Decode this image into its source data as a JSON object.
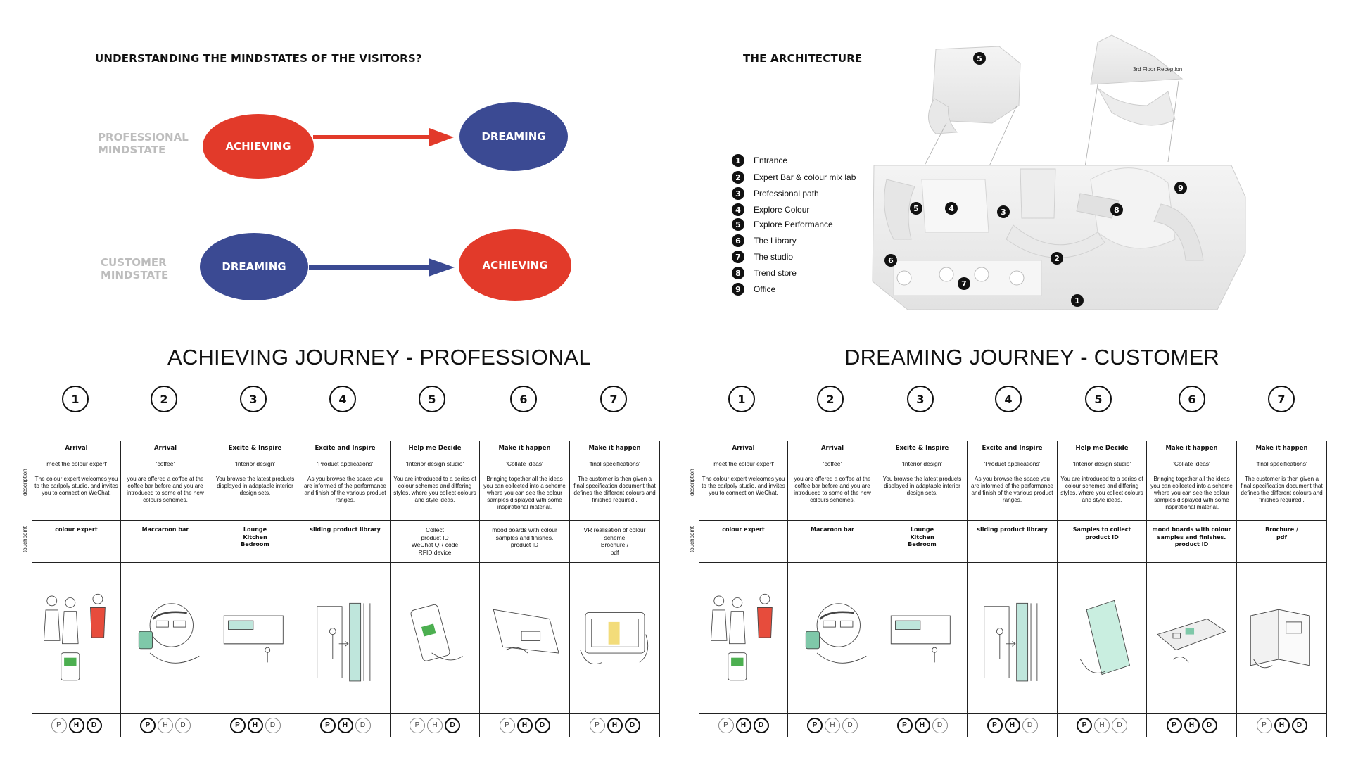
{
  "mindstates": {
    "title": "UNDERSTANDING THE MINDSTATES OF THE VISITORS?",
    "professional": {
      "label_line1": "PROFESSIONAL",
      "label_line2": "MINDSTATE",
      "from": "ACHIEVING",
      "to": "DREAMING"
    },
    "customer": {
      "label_line1": "CUSTOMER",
      "label_line2": "MINDSTATE",
      "from": "DREAMING",
      "to": "ACHIEVING"
    },
    "colors": {
      "red": "#e23a2a",
      "blue": "#3b4a93"
    }
  },
  "architecture": {
    "title": "THE ARCHITECTURE",
    "reception_label": "3rd Floor Reception",
    "legend": [
      {
        "num": "1",
        "label": "Entrance"
      },
      {
        "num": "2",
        "label": "Expert Bar & colour mix lab"
      },
      {
        "num": "3",
        "label": "Professional path"
      },
      {
        "num": "4",
        "label": "Explore Colour"
      },
      {
        "num": "5",
        "label": "Explore Performance"
      },
      {
        "num": "6",
        "label": "The Library"
      },
      {
        "num": "7",
        "label": "The studio"
      },
      {
        "num": "8",
        "label": "Trend store"
      },
      {
        "num": "9",
        "label": "Office"
      }
    ]
  },
  "row_labels": {
    "description": "description",
    "touchpoint": "touchpoint"
  },
  "journeys": [
    {
      "title": "ACHIEVING JOURNEY - PROFESSIONAL",
      "steps": [
        {
          "num": "1",
          "head": "Arrival",
          "quote": "'meet the colour expert'",
          "desc": "The colour expert welcomes you to the carlpoly studio, and invites you to connect on WeChat.",
          "touch": "colour expert",
          "touch_bold": true,
          "phd": {
            "P": false,
            "H": true,
            "D": true
          }
        },
        {
          "num": "2",
          "head": "Arrival",
          "quote": "'coffee'",
          "desc": "you are offered a coffee at the coffee bar before and you are introduced to some of the new colours schemes.",
          "touch": "Maccaroon bar",
          "touch_bold": true,
          "phd": {
            "P": true,
            "H": false,
            "D": false
          }
        },
        {
          "num": "3",
          "head": "Excite & Inspire",
          "quote": "'Interior design'",
          "desc": "You browse the latest products displayed in adaptable interior design sets.",
          "touch": "Lounge\nKitchen\nBedroom",
          "touch_bold": true,
          "phd": {
            "P": true,
            "H": true,
            "D": false
          }
        },
        {
          "num": "4",
          "head": "Excite and Inspire",
          "quote": "'Product applications'",
          "desc": "As you browse the space you are informed of the performance and finish of the various product ranges,",
          "touch": "sliding product library",
          "touch_bold": true,
          "phd": {
            "P": true,
            "H": true,
            "D": false
          }
        },
        {
          "num": "5",
          "head": "Help me Decide",
          "quote": "'Interior design studio'",
          "desc": "You are introduced to a series of colour schemes and differing styles, where you collect colours and style ideas.",
          "touch": "Collect\nproduct ID\nWeChat QR code\nRFID device",
          "touch_bold": false,
          "phd": {
            "P": false,
            "H": false,
            "D": true
          }
        },
        {
          "num": "6",
          "head": "Make it happen",
          "quote": "'Collate ideas'",
          "desc": "Bringing together all the ideas you can collected into a scheme where you can see the colour samples displayed with some inspirational material.",
          "touch": "mood boards with colour\nsamples and finishes.\nproduct ID",
          "touch_bold": false,
          "phd": {
            "P": false,
            "H": true,
            "D": true
          }
        },
        {
          "num": "7",
          "head": "Make it happen",
          "quote": "'final specifications'",
          "desc": "The customer is then given a final specification document that defines the different colours and finishes required..",
          "touch": "VR realisation of colour\nscheme\nBrochure /\npdf",
          "touch_bold": false,
          "phd": {
            "P": false,
            "H": true,
            "D": true
          }
        }
      ]
    },
    {
      "title": "DREAMING JOURNEY - CUSTOMER",
      "steps": [
        {
          "num": "1",
          "head": "Arrival",
          "quote": "'meet the colour expert'",
          "desc": "The colour expert welcomes you to the carlpoly studio, and invites you to connect on WeChat.",
          "touch": "colour expert",
          "touch_bold": true,
          "phd": {
            "P": false,
            "H": true,
            "D": true
          }
        },
        {
          "num": "2",
          "head": "Arrival",
          "quote": "'coffee'",
          "desc": "you are offered a coffee at the coffee bar before and you are introduced to some of the new colours schemes.",
          "touch": "Macaroon bar",
          "touch_bold": true,
          "phd": {
            "P": true,
            "H": false,
            "D": false
          }
        },
        {
          "num": "3",
          "head": "Excite & Inspire",
          "quote": "'Interior design'",
          "desc": "You browse the latest products displayed in adaptable interior design sets.",
          "touch": "Lounge\nKitchen\nBedroom",
          "touch_bold": true,
          "phd": {
            "P": true,
            "H": true,
            "D": false
          }
        },
        {
          "num": "4",
          "head": "Excite and Inspire",
          "quote": "'Product applications'",
          "desc": "As you browse the space you are informed of the performance and finish of the various product ranges,",
          "touch": "sliding product library",
          "touch_bold": true,
          "phd": {
            "P": true,
            "H": true,
            "D": false
          }
        },
        {
          "num": "5",
          "head": "Help me Decide",
          "quote": "'Interior design studio'",
          "desc": "You are introduced to a series of colour schemes and differing styles, where you collect colours and style ideas.",
          "touch": "Samples to collect\nproduct ID",
          "touch_bold": true,
          "phd": {
            "P": true,
            "H": false,
            "D": false
          }
        },
        {
          "num": "6",
          "head": "Make it happen",
          "quote": "'Collate ideas'",
          "desc": "Bringing together all the ideas you can collected into a scheme where you can see the colour samples displayed with some inspirational material.",
          "touch": "mood boards with colour\nsamples and finishes.\nproduct ID",
          "touch_bold": true,
          "phd": {
            "P": true,
            "H": true,
            "D": true
          }
        },
        {
          "num": "7",
          "head": "Make it happen",
          "quote": "'final specifications'",
          "desc": "The customer is then given a final specification document that defines the different colours and finishes required..",
          "touch": "Brochure /\npdf",
          "touch_bold": true,
          "phd": {
            "P": false,
            "H": true,
            "D": true
          }
        }
      ]
    }
  ]
}
